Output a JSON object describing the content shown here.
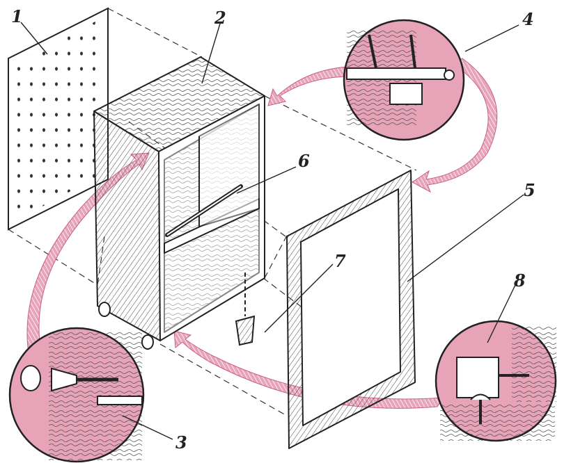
{
  "labels": {
    "p1": "1",
    "p2": "2",
    "p3": "3",
    "p4": "4",
    "p5": "5",
    "p6": "6",
    "p7": "7",
    "p8": "8"
  },
  "colors": {
    "ink": "#2a2a2a",
    "accent_pink": "#e7a3b8",
    "accent_pink_dark": "#c95f83",
    "paper": "#ffffff"
  }
}
